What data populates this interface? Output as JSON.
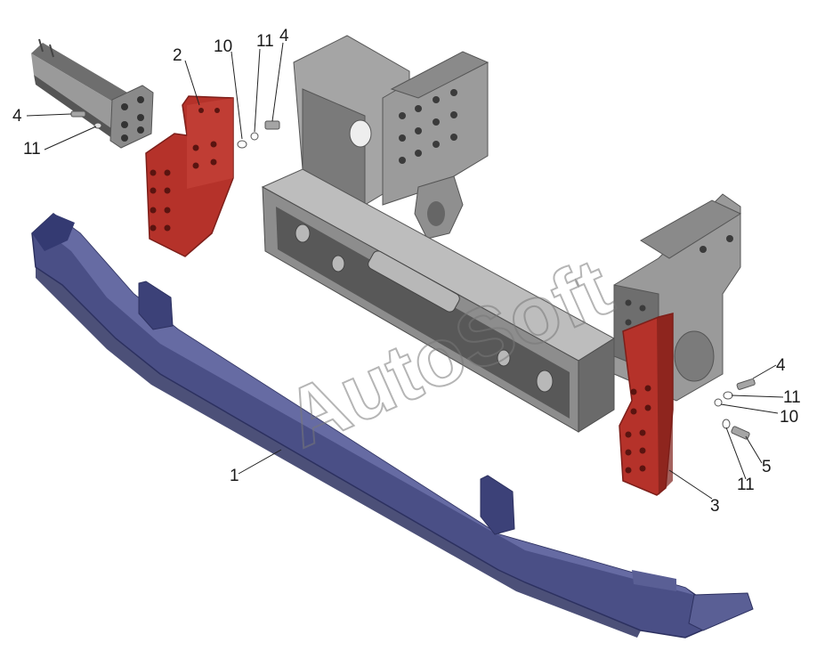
{
  "callouts": {
    "c1": "1",
    "c2": "2",
    "c3": "3",
    "c4a": "4",
    "c4b": "4",
    "c4c": "4",
    "c5": "5",
    "c10a": "10",
    "c10b": "10",
    "c11a": "11",
    "c11b": "11",
    "c11c": "11",
    "c11d": "11"
  },
  "watermark": "AutoSoft",
  "colors": {
    "bumper": "#4a4f86",
    "bumper_light": "#6b70a8",
    "bumper_dark": "#2d3160",
    "bracket": "#b5322a",
    "bracket_dark": "#7d1f1a",
    "frame": "#8d8d8d",
    "frame_dark": "#4d4d4d",
    "frame_light": "#bdbdbd",
    "hardware": "#9a9a9a"
  }
}
